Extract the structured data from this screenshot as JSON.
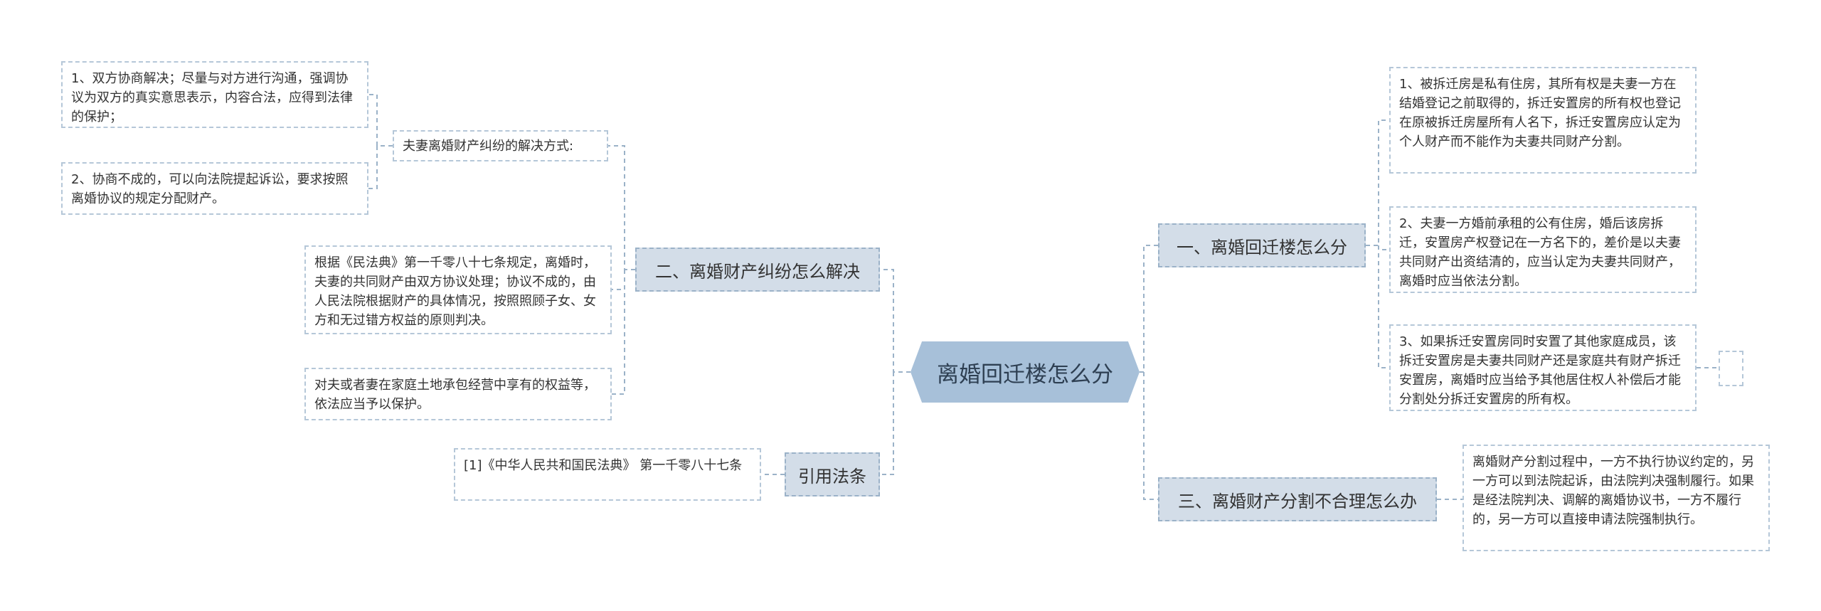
{
  "root": {
    "label": "离婚回迁楼怎么分"
  },
  "branches": {
    "b1": {
      "label": "一、离婚回迁楼怎么分",
      "leaves": [
        "1、被拆迁房是私有住房，其所有权是夫妻一方在结婚登记之前取得的，拆迁安置房的所有权也登记在原被拆迁房屋所有人名下，拆迁安置房应认定为个人财产而不能作为夫妻共同财产分割。",
        "2、夫妻一方婚前承租的公有住房，婚后该房拆迁，安置房产权登记在一方名下的，差价是以夫妻共同财产出资结清的，应当认定为夫妻共同财产，离婚时应当依法分割。",
        "3、如果拆迁安置房同时安置了其他家庭成员，该拆迁安置房是夫妻共同财产还是家庭共有财产拆迁安置房，离婚时应当给予其他居住权人补偿后才能分割处分拆迁安置房的所有权。"
      ]
    },
    "b2": {
      "label": "二、离婚财产纠纷怎么解决",
      "sub": {
        "label": "夫妻离婚财产纠纷的解决方式:",
        "leaves": [
          "1、双方协商解决；尽量与对方进行沟通，强调协议为双方的真实意思表示，内容合法，应得到法律的保护；",
          "2、协商不成的，可以向法院提起诉讼，要求按照离婚协议的规定分配财产。"
        ]
      },
      "leaves": [
        "根据《民法典》第一千零八十七条规定，离婚时，夫妻的共同财产由双方协议处理；协议不成的，由人民法院根据财产的具体情况，按照照顾子女、女方和无过错方权益的原则判决。",
        "对夫或者妻在家庭土地承包经营中享有的权益等，依法应当予以保护。"
      ]
    },
    "b3": {
      "label": "三、离婚财产分割不合理怎么办",
      "leaves": [
        "离婚财产分割过程中，一方不执行协议约定的，另一方可以到法院起诉，由法院判决强制履行。如果是经法院判决、调解的离婚协议书，一方不履行的，另一方可以直接申请法院强制执行。"
      ]
    },
    "b4": {
      "label": "引用法条",
      "leaves": [
        "[1]《中华人民共和国民法典》 第一千零八十七条"
      ]
    }
  }
}
